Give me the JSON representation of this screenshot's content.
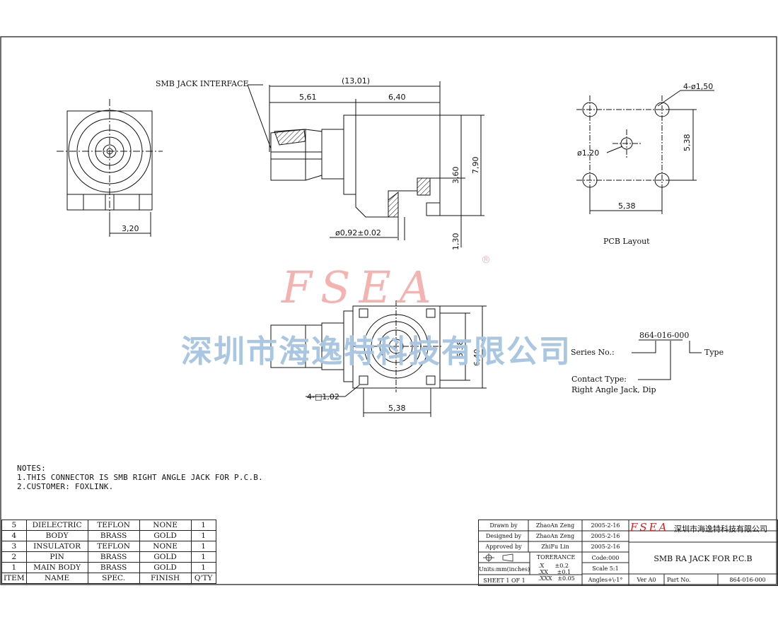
{
  "labels": {
    "smb_interface": "SMB JACK INTERFACE",
    "overall": "(13,01)",
    "d561": "5,61",
    "d640_top": "6,40",
    "d790": "7,90",
    "d360": "3,60",
    "d130": "1,30",
    "pin_dia": "ø0,92±0.02",
    "d320": "3,20",
    "hole4": "4-ø1,50",
    "d120": "ø1,20",
    "d538_pcb_v": "5,38",
    "d538_pcb_h": "5,38",
    "pcb_layout": "PCB Layout",
    "d538_bottom_v": "5,38",
    "d640_bottom_v": "6,40",
    "sq102": "4-□1,02",
    "d538_bottom_h": "5,38"
  },
  "watermark": {
    "logo": "FSEA",
    "registered": "®",
    "company": "深圳市海逸特科技有限公司"
  },
  "part_callout": {
    "number": "864-016-000",
    "series": "Series No.:",
    "type": "Type",
    "contact_type": "Contact Type:",
    "contact_desc": "Right Angle Jack, Dip"
  },
  "notes": {
    "title": "NOTES:",
    "line1": "1.THIS CONNECTOR IS SMB RIGHT ANGLE JACK FOR P.C.B.",
    "line2": "2.CUSTOMER: FOXLINK."
  },
  "bom": {
    "rows": [
      {
        "item": "5",
        "name": "DIELECTRIC",
        "spec": "TEFLON",
        "finish": "NONE",
        "qty": "1"
      },
      {
        "item": "4",
        "name": "BODY",
        "spec": "BRASS",
        "finish": "GOLD",
        "qty": "1"
      },
      {
        "item": "3",
        "name": "INSULATOR",
        "spec": "TEFLON",
        "finish": "NONE",
        "qty": "1"
      },
      {
        "item": "2",
        "name": "PIN",
        "spec": "BRASS",
        "finish": "GOLD",
        "qty": "1"
      },
      {
        "item": "1",
        "name": "MAIN BODY",
        "spec": "BRASS",
        "finish": "GOLD",
        "qty": "1"
      }
    ],
    "header": {
      "item": "ITEM",
      "name": "NAME",
      "spec": "SPEC.",
      "finish": "FINISH",
      "qty": "Q'TY"
    }
  },
  "title_block": {
    "drawn_label": "Drawn   by",
    "drawn_name": "ZhaoAn Zeng",
    "drawn_date": "2005-2-16",
    "designed_label": "Designed  by",
    "designed_name": "ZhaoAn Zeng",
    "designed_date": "2005-2-16",
    "approved_label": "Approved by",
    "approved_name": "ZhiFu Lin",
    "approved_date": "2005-2-16",
    "tolerance": "TORERANCE",
    "tol_x": ".X      ±0.2",
    "tol_xx": ".XX     ±0.1",
    "tol_xxx": ".XXX   ±0.05",
    "units": "Units:mm(inches)",
    "sheet": "SHEET  1  OF  1",
    "code": "Code:000",
    "scale": "Scale  5:1",
    "angles": "Angles+\\-1°",
    "company_logo": "FSEA",
    "company_name": "深圳市海逸特科技有限公司",
    "title": "SMB  RA  JACK  FOR  P.C.B",
    "ver": "Ver A0",
    "part_label": "Part No.",
    "part_no": "864-016-000"
  },
  "colors": {
    "line": "#111111",
    "watermark_red": "#f4b3b0",
    "watermark_blue": "#a9c6e2",
    "logo_red": "#cc2222"
  }
}
